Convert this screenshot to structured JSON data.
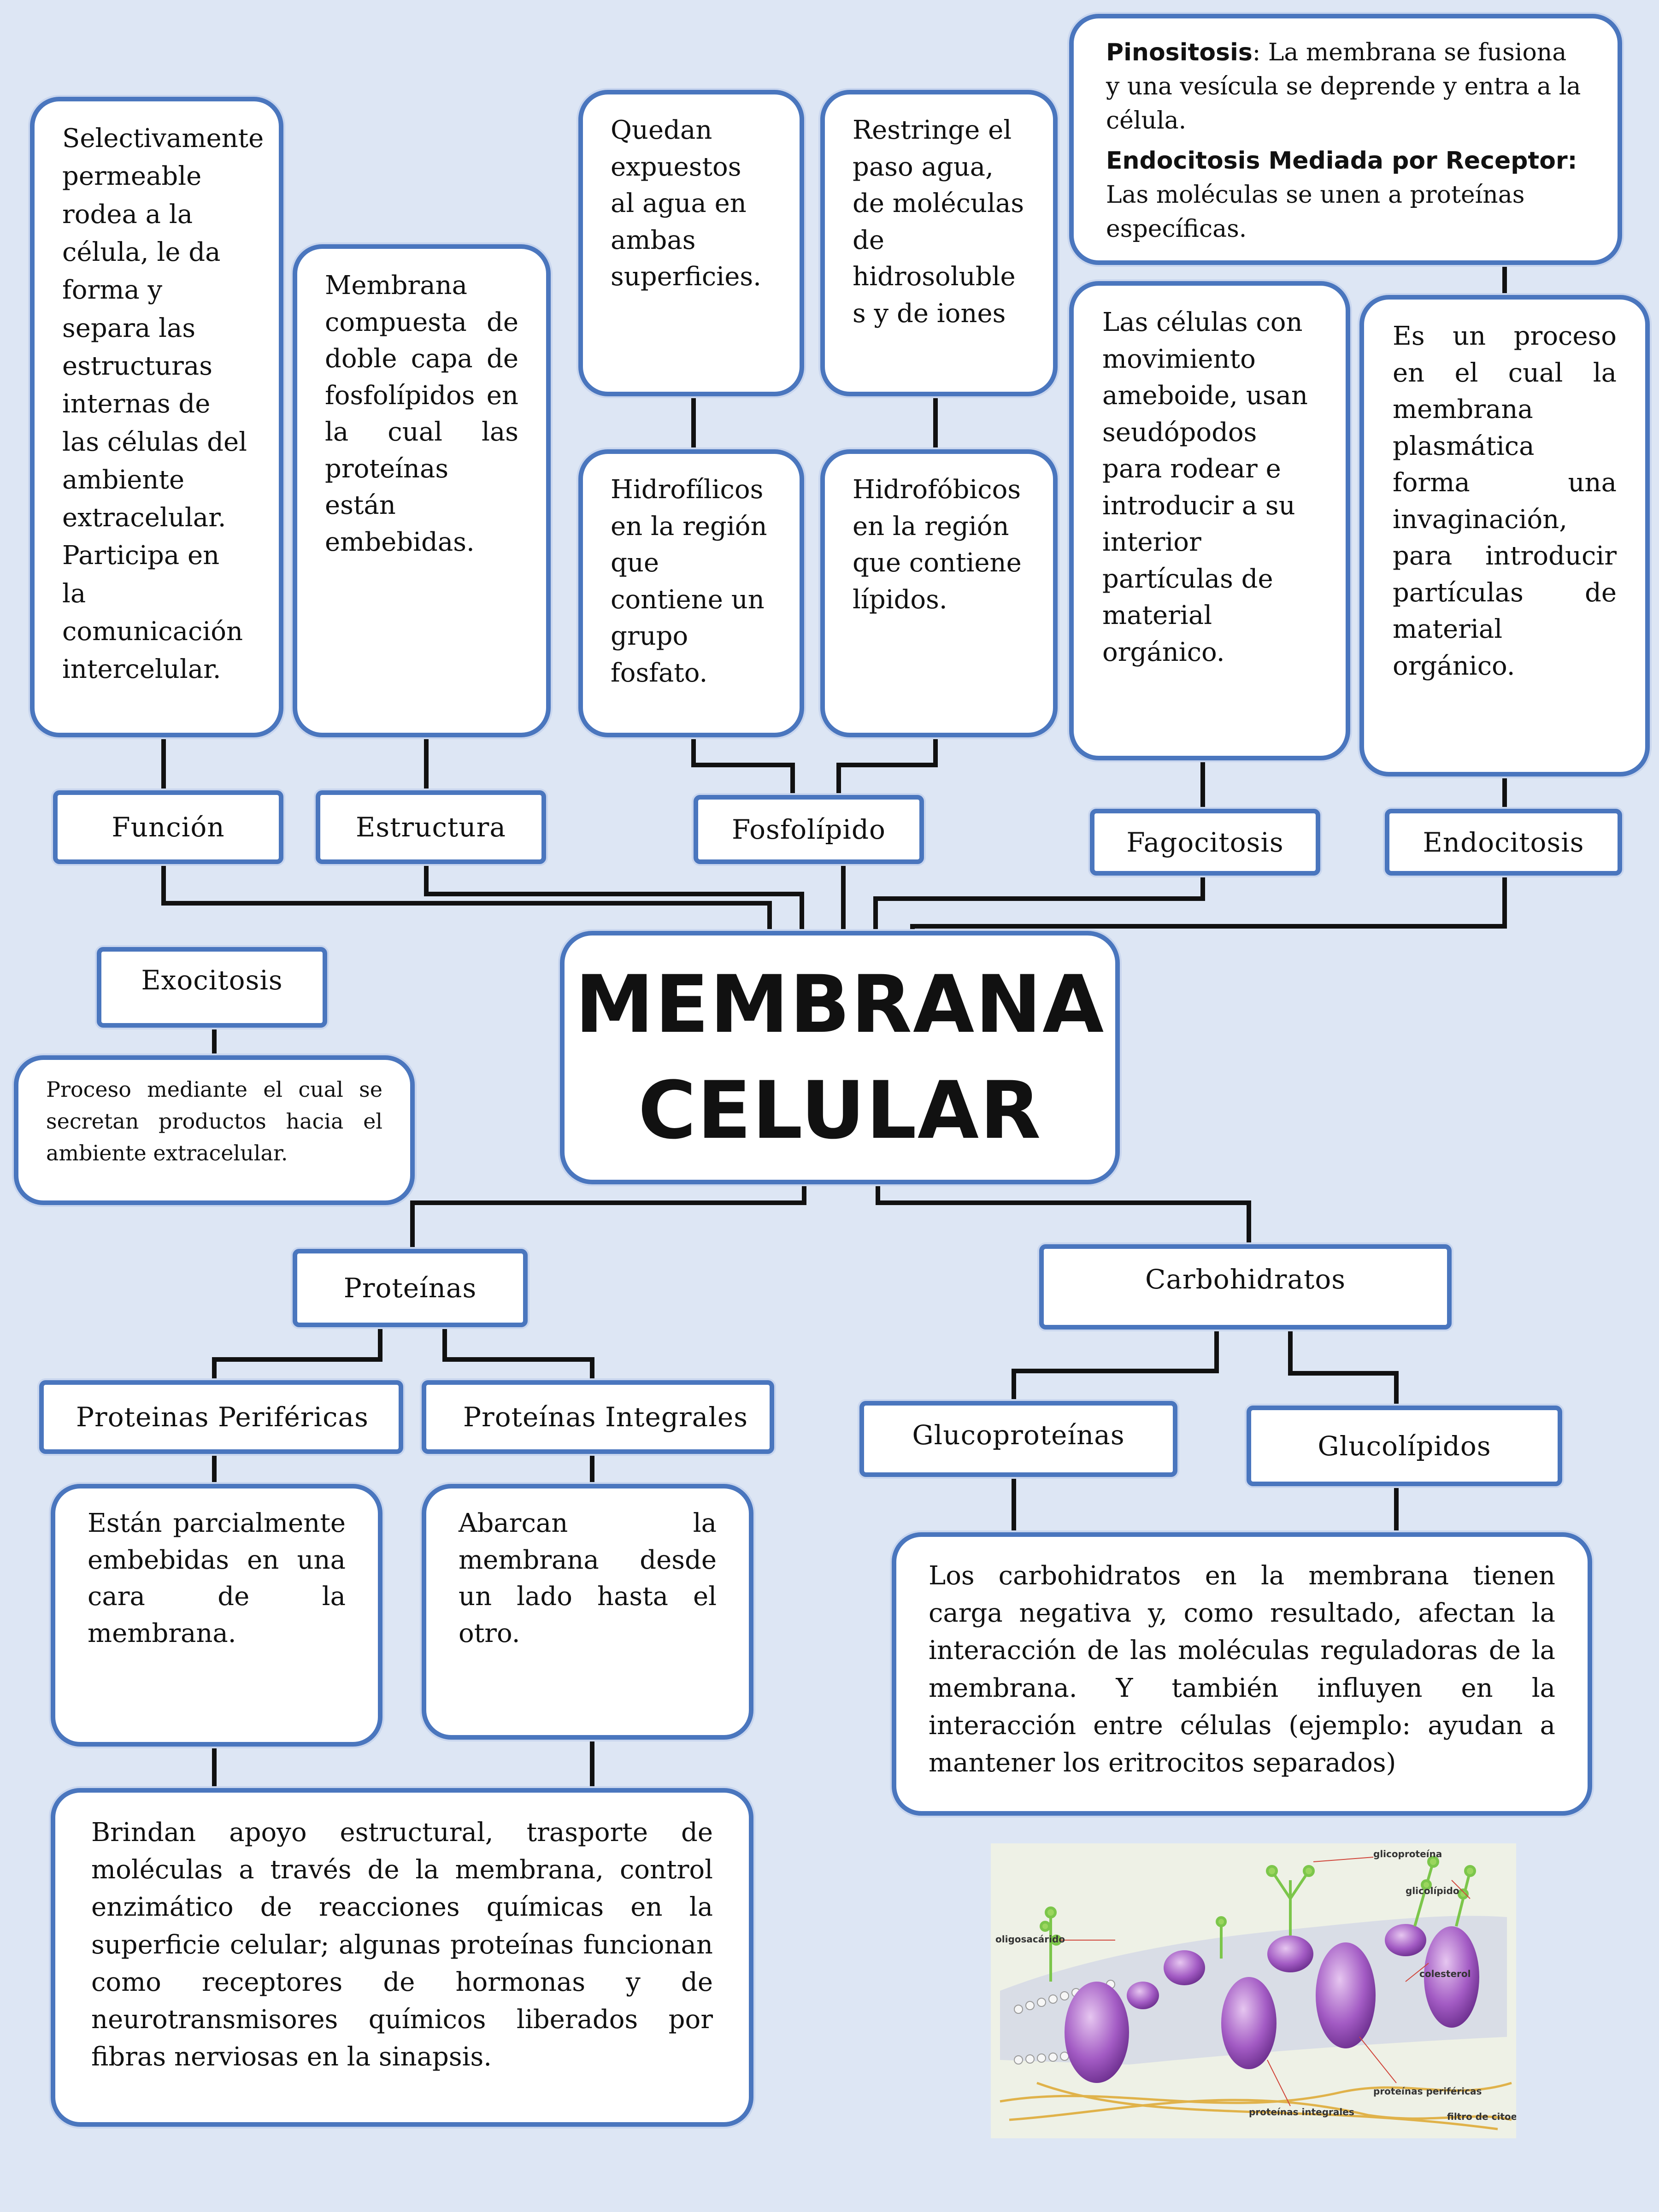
{
  "title": {
    "line1": "MEMBRANA",
    "line2": "CELULAR"
  },
  "labels": {
    "funcion": "Función",
    "estructura": "Estructura",
    "fosfolipido": "Fosfolípido",
    "fagocitosis": "Fagocitosis",
    "endocitosis": "Endocitosis",
    "exocitosis": "Exocitosis",
    "proteinas": "Proteínas",
    "carbohidratos": "Carbohidratos",
    "perifericas": "Proteinas Periféricas",
    "integrales": "Proteínas Integrales",
    "glucoproteinas": "Glucoproteínas",
    "glucolipidos": "Glucolípidos"
  },
  "texts": {
    "funcion": "Selectivamente permeable rodea a la célula, le da forma y separa las estructuras internas de las células del ambiente extracelular. Participa en la comunicación intercelular.",
    "estructura": "Membrana compuesta de doble capa de fosfolípidos en la cual las proteínas están embebidas.",
    "hidrofilicos_top": "Quedan expuestos al agua en ambas superficies.",
    "hidrofobicos_top": "Restringe el paso agua, de moléculas de hidrosoluble s y de iones",
    "hidrofilicos": "Hidrofílicos en la región que contiene un grupo fosfato.",
    "hidrofobicos": "Hidrofóbicos en la región que contiene lípidos.",
    "pinocitosis_label": "Pinositosis",
    "pinocitosis_text": ": La membrana se fusiona y una vesícula se deprende y entra a la célula.",
    "endocitosis_receptor_label": "Endocitosis Mediada por Receptor:",
    "endocitosis_receptor_text": "Las moléculas se unen a proteínas específicas.",
    "fagocitosis": "Las células con movimiento ameboide, usan seudópodos para rodear e introducir a su interior partículas de material orgánico.",
    "endocitosis": "Es un proceso en el cual la membrana plasmática forma una invaginación, para introducir partículas de material orgánico.",
    "exocitosis": "Proceso mediante el cual se secretan productos hacia el ambiente extracelular.",
    "perifericas": "Están parcialmente embebidas en una cara de la membrana.",
    "integrales": "Abarcan la membrana desde un lado hasta el otro.",
    "proteinas_funcion": "Brindan apoyo estructural, trasporte de moléculas a través de la membrana, control enzimático de reacciones químicas en la superficie celular; algunas proteínas funcionan como receptores de hormonas y de neurotransmisores químicos liberados por fibras nerviosas en la sinapsis.",
    "carbohidratos": "Los carbohidratos en la membrana tienen carga negativa y, como resultado, afectan la interacción de las moléculas reguladoras de la membrana. Y también influyen en la interacción entre células (ejemplo: ayudan a mantener los eritrocitos separados)"
  },
  "illustration": {
    "labels": [
      "glicoproteína",
      "glicolípido",
      "oligosacárido",
      "colesterol",
      "proteínas periféricas",
      "proteínas integrales",
      "filtro de citoesqueleto"
    ]
  },
  "colors": {
    "border": "#4a76be",
    "background": "#dde6f4",
    "connector": "#111111"
  }
}
